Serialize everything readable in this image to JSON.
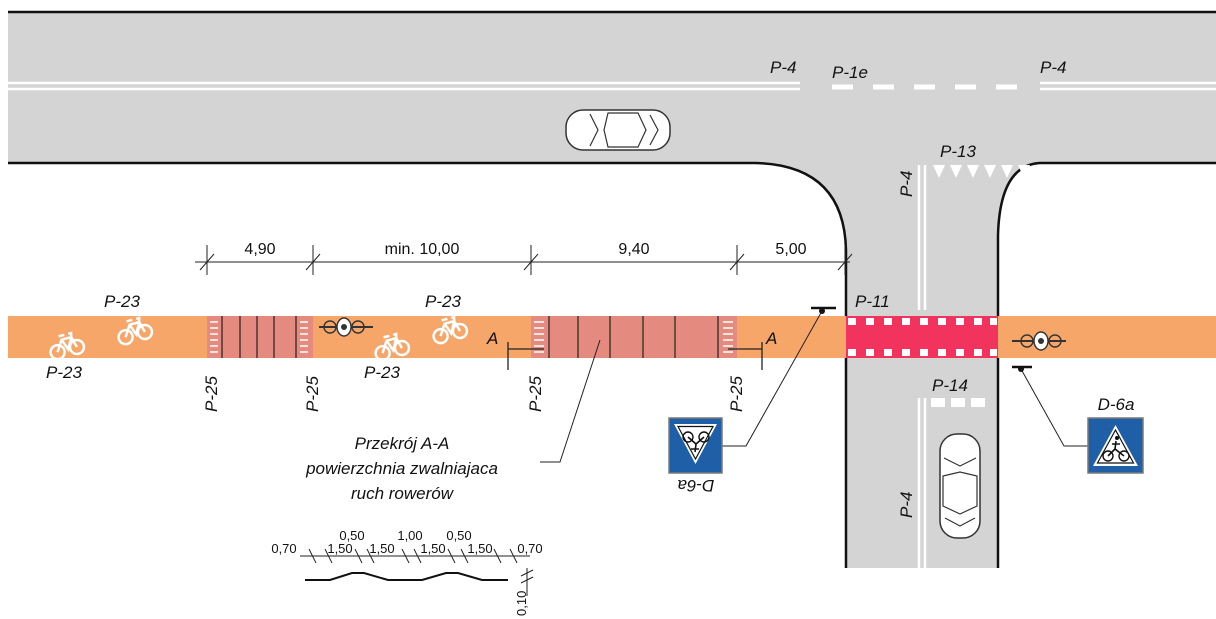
{
  "dimensions": {
    "d1": "4,90",
    "d2": "min. 10,00",
    "d3": "9,40",
    "d4": "5,00"
  },
  "labels": {
    "p4_top_left": "P-4",
    "p1e": "P-1e",
    "p4_top_right": "P-4",
    "p13": "P-13",
    "p4_side_road_upper": "P-4",
    "p4_side_road_lower": "P-4",
    "p11": "P-11",
    "p14": "P-14",
    "p23_a": "P-23",
    "p23_b": "P-23",
    "p23_c": "P-23",
    "p23_d": "P-23",
    "p25_a": "P-25",
    "p25_b": "P-25",
    "p25_c": "P-25",
    "p25_d": "P-25",
    "section_a_left": "A",
    "section_a_right": "A",
    "d6a_upright": "D-6a",
    "d6a_inverted": "D-6a"
  },
  "annotation": {
    "line1": "Przekrój A-A",
    "line2": "powierzchnia zwalniajaca",
    "line3": "ruch rowerów"
  },
  "section_dims": {
    "s1": "0,70",
    "s2": "1,50",
    "s3": "0,50",
    "s4": "1,50",
    "s5": "1,00",
    "s6": "1,50",
    "s7": "0,50",
    "s8": "1,50",
    "s9": "0,70",
    "height": "0,10"
  },
  "colors": {
    "road": "#d4d4d4",
    "bike_path": "#f7a66a",
    "speed_surface": "#e58a7e",
    "crossing": "#f2335e",
    "sign_blue": "#1f5fa8"
  }
}
